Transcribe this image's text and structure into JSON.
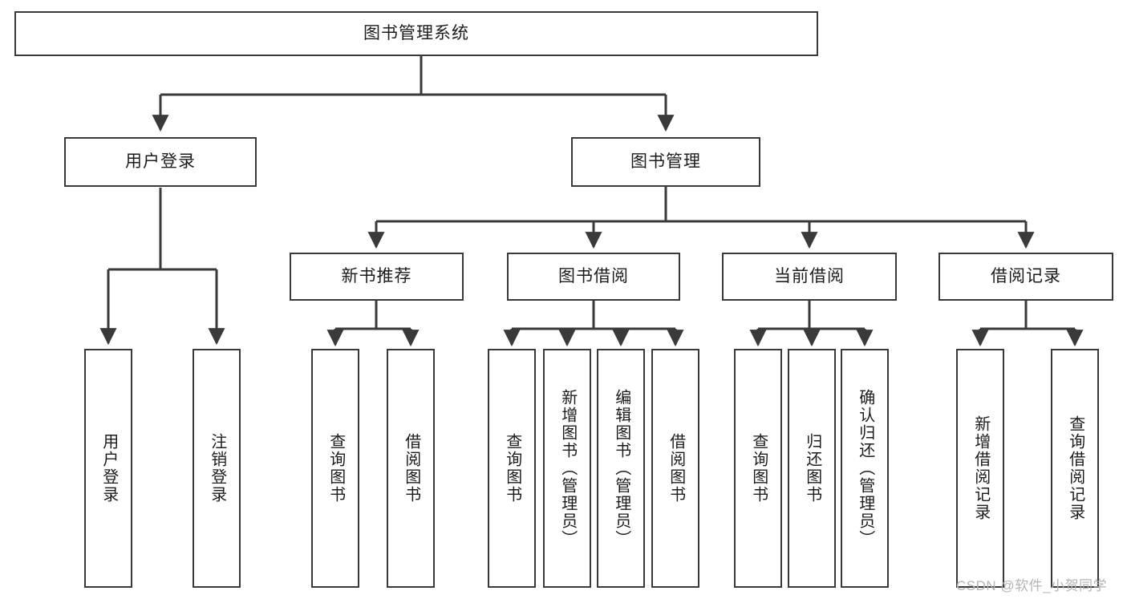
{
  "diagram": {
    "type": "tree-hierarchy-diagram",
    "title": "图书管理系统",
    "watermark": "CSDN @软件_小贺同学",
    "colors": {
      "stroke": "#3a3a3a",
      "box_fill": "#ffffff",
      "text": "#1c1c1c",
      "watermark": "#b4b4b4",
      "background": "#ffffff"
    },
    "levels": {
      "root": {
        "label": "图书管理系统"
      },
      "level2": [
        {
          "label": "用户登录"
        },
        {
          "label": "图书管理"
        }
      ],
      "level3": [
        {
          "label": "新书推荐"
        },
        {
          "label": "图书借阅"
        },
        {
          "label": "当前借阅"
        },
        {
          "label": "借阅记录"
        }
      ],
      "leaves": {
        "user_login": [
          {
            "label": "用户登录"
          },
          {
            "label": "注销登录"
          }
        ],
        "new_book_recommend": [
          {
            "label": "查询图书"
          },
          {
            "label": "借阅图书"
          }
        ],
        "book_borrow": [
          {
            "label": "查询图书"
          },
          {
            "label": "新增图书（管理员）"
          },
          {
            "label": "编辑图书（管理员）"
          },
          {
            "label": "借阅图书"
          }
        ],
        "current_borrow": [
          {
            "label": "查询图书"
          },
          {
            "label": "归还图书"
          },
          {
            "label": "确认归还（管理员）"
          }
        ],
        "borrow_record": [
          {
            "label": "新增借阅记录"
          },
          {
            "label": "查询借阅记录"
          }
        ]
      }
    }
  }
}
